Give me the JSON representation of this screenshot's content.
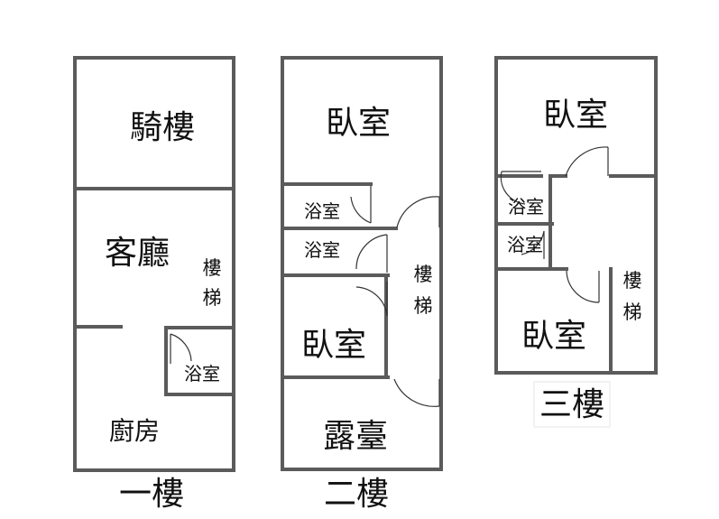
{
  "floor1": {
    "caption": "一樓",
    "arcade": "騎樓",
    "living_room": "客廳",
    "stairs": [
      "樓",
      "梯"
    ],
    "bathroom": "浴室",
    "kitchen": "廚房"
  },
  "floor2": {
    "caption": "二樓",
    "bedroom_top": "臥室",
    "bathroom_1": "浴室",
    "bathroom_2": "浴室",
    "stairs": [
      "樓",
      "梯"
    ],
    "bedroom_bottom": "臥室",
    "terrace": "露臺"
  },
  "floor3": {
    "caption": "三樓",
    "bedroom_top": "臥室",
    "bathroom_1": "浴室",
    "bathroom_2": "浴室",
    "stairs": [
      "樓",
      "梯"
    ],
    "bedroom_bottom": "臥室"
  },
  "colors": {
    "wall": "#5b5b5b",
    "door": "#333333",
    "text": "#111111"
  }
}
